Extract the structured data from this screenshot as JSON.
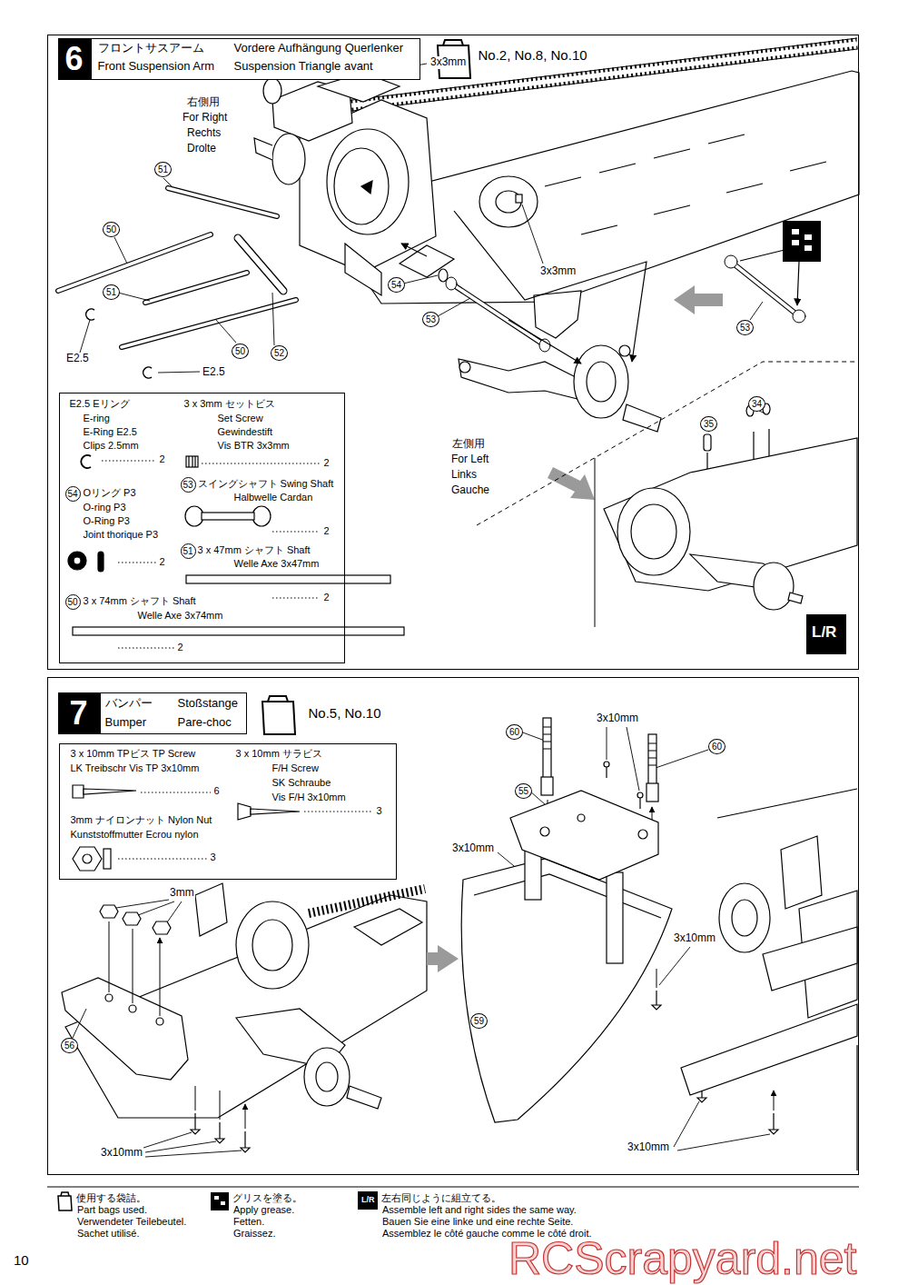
{
  "diagram": {
    "nodes": [
      {
        "text": [
          "No.2, No.8, No.10"
        ]
      },
      {
        "text": [
          "6"
        ],
        "in": 0
      },
      {
        "text": [
          "フロントサスアーム",
          "Vordere Aufhängung Querlenker",
          "Front Suspension Arm",
          "Suspension Triangle avant"
        ],
        "in": 0
      },
      {
        "text": [
          "E2.5 Eリング",
          "E-ring",
          "E-Ring E2.5",
          "Clips 2.5mm",
          "2",
          "3 x 3mm セットビス",
          "Set Screw",
          "Gewindestift",
          "Vis BTR 3x3mm",
          "2",
          "54",
          "Oリング P3",
          "O-ring P3",
          "O-Ring P3",
          "Joint thorique P3",
          "2",
          "53",
          "スイングシャフト Swing Shaft",
          "Halbwelle Cardan",
          "2",
          "51",
          "3 x 47mm シャフト Shaft",
          "Welle Axe 3x47mm",
          "2",
          "50",
          "3 x 74mm シャフト Shaft",
          "Welle Axe 3x74mm",
          "2"
        ],
        "in": 0
      },
      {
        "text": [
          "No.5, No.10"
        ]
      },
      {
        "text": [
          "7"
        ],
        "in": 4
      },
      {
        "text": [
          "バンパー",
          "Stoßstange",
          "Bumper",
          "Pare-choc"
        ],
        "in": 4
      },
      {
        "text": [
          "3 x 10mm TPビス TP Screw",
          "LK Treibschr Vis TP 3x10mm",
          "6",
          "3 x 10mm サラビス",
          "F/H Screw",
          "SK Schraube",
          "Vis F/H 3x10mm",
          "3",
          "3mm ナイロンナット Nylon Nut",
          "Kunststoffmutter Ecrou nylon",
          "3"
        ],
        "in": 4
      }
    ],
    "labels": [
      "3x3mm",
      "右側用",
      "For Right",
      "Rechts",
      "Drolte",
      "51",
      "50",
      "51",
      "52",
      "50",
      "E2.5",
      "E2.5",
      "3x3mm",
      "54",
      "53",
      "53",
      "左側用",
      "For Left",
      "Links",
      "Gauche",
      "35",
      "34",
      "L/R",
      "3mm",
      "56",
      "3x10mm",
      "60",
      "3x10mm",
      "60",
      "55",
      "3x10mm",
      "59",
      "3x10mm",
      "3x10mm",
      "L/R",
      "Part bags used.",
      "Verwendeter Teilebeutel.",
      "Sachet utilisé.",
      "Apply grease.",
      "Fetten.",
      "Graissez.",
      "Assemble left and right sides the same way.",
      "Bauen Sie eine linke und eine rechte Seite.",
      "Assemblez le côté gauche comme le côté droit.",
      "10",
      "RCScrapyard.net"
    ],
    "legend": [
      {
        "text": "使用する袋詰。"
      },
      {
        "text": "グリスを塗る。"
      },
      {
        "text": "左右同じように組立てる。"
      }
    ]
  }
}
